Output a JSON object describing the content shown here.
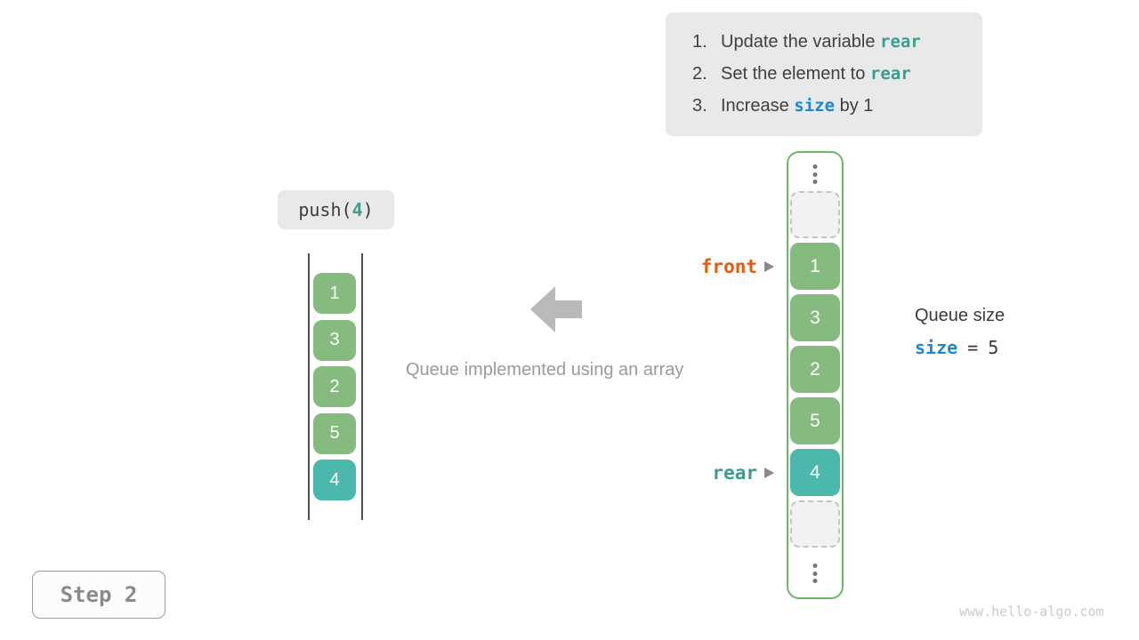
{
  "colors": {
    "panel_bg": "#e9e9e9",
    "text_dark": "#3f3f3f",
    "teal_code": "#3b9d8e",
    "blue_code": "#1d87d1",
    "orange_code": "#e8590c",
    "cell_green": "#85bb7e",
    "cell_teal": "#4bb8ac",
    "array_border_green": "#6cb86a",
    "arrow_gray": "#b9b9b9",
    "caption_gray": "#9a9a9a",
    "step_gray": "#8a8a8a",
    "watermark_gray": "#cbcbcb"
  },
  "instructions": {
    "items": [
      {
        "number": "1.",
        "prefix": "Update the variable ",
        "code": "rear",
        "suffix": ""
      },
      {
        "number": "2.",
        "prefix": "Set the element to ",
        "code": "rear",
        "suffix": ""
      },
      {
        "number": "3.",
        "prefix": "Increase ",
        "code": "size",
        "suffix": " by 1"
      }
    ]
  },
  "push_call": {
    "fn": "push(",
    "arg": "4",
    "close": ")"
  },
  "left_queue": {
    "values": [
      "1",
      "3",
      "2",
      "5",
      "4"
    ]
  },
  "caption": "Queue implemented using an array",
  "array": {
    "front_label": "front",
    "rear_label": "rear",
    "cells": [
      "1",
      "3",
      "2",
      "5",
      "4"
    ]
  },
  "queue_size": {
    "title": "Queue size",
    "variable": "size",
    "equals": "=",
    "value": "5"
  },
  "step_label": "Step 2",
  "watermark": "www.hello-algo.com"
}
